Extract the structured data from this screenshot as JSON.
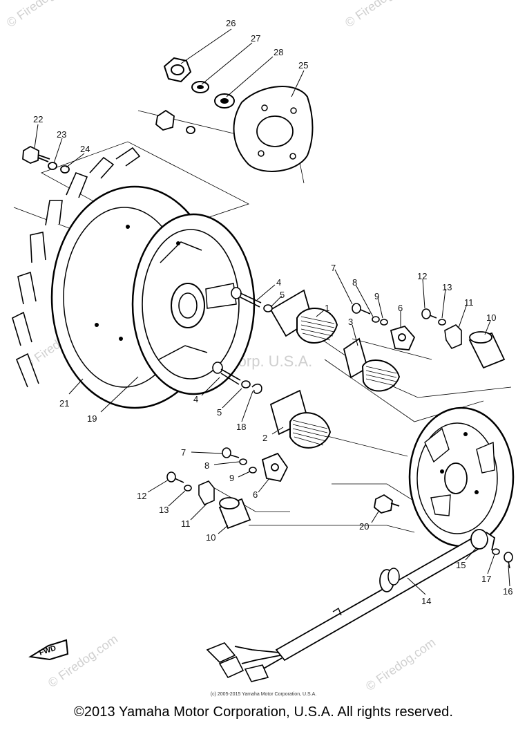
{
  "callouts": [
    "26",
    "27",
    "28",
    "25",
    "22",
    "23",
    "24",
    "4",
    "5",
    "1",
    "7",
    "8",
    "9",
    "3",
    "6",
    "12",
    "13",
    "11",
    "10",
    "21",
    "19",
    "4",
    "5",
    "18",
    "2",
    "7",
    "8",
    "9",
    "12",
    "13",
    "6",
    "11",
    "10",
    "20",
    "15",
    "17",
    "16",
    "14"
  ],
  "watermark": {
    "brand": "Firedog.com",
    "corner": "© Firedog.com",
    "center": "Yamaha Motor Corp. U.S.A."
  },
  "fwd_label": "FWD",
  "small_credit": "(c) 2005-2015 Yamaha Motor Corporation, U.S.A.",
  "footer": "©2013 Yamaha Motor Corporation, U.S.A. All rights reserved."
}
